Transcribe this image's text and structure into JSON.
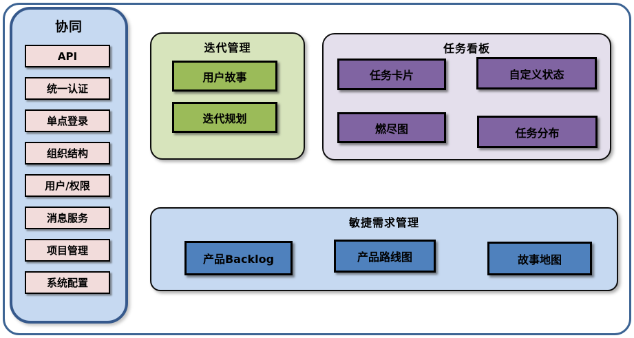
{
  "diagram_title": "协同",
  "colors": {
    "frame_border": "#3d6494",
    "sidebar_fill": "#c6d9f1",
    "sidebar_border": "#36598c",
    "sidebar_item_fill": "#f2dcdb",
    "iteration_panel_fill": "#d7e4bc",
    "iteration_box_fill": "#9bbb59",
    "taskboard_panel_fill": "#e4dfec",
    "taskboard_box_fill": "#8064a2",
    "agile_panel_fill": "#c6d9f1",
    "agile_box_fill": "#4f81bd",
    "box_border": "#000000",
    "text": "#000000"
  },
  "sidebar": {
    "title": "协同",
    "items": [
      {
        "label": "API"
      },
      {
        "label": "统一认证"
      },
      {
        "label": "单点登录"
      },
      {
        "label": "组织结构"
      },
      {
        "label": "用户/权限"
      },
      {
        "label": "消息服务"
      },
      {
        "label": "项目管理"
      },
      {
        "label": "系统配置"
      }
    ]
  },
  "panels": {
    "iteration": {
      "title": "迭代管理",
      "items": [
        {
          "label": "用户故事"
        },
        {
          "label": "迭代规划"
        }
      ]
    },
    "taskboard": {
      "title": "任务看板",
      "items": [
        {
          "label": "任务卡片"
        },
        {
          "label": "自定义状态"
        },
        {
          "label": "燃尽图"
        },
        {
          "label": "任务分布"
        }
      ]
    },
    "agile": {
      "title": "敏捷需求管理",
      "items": [
        {
          "label": "产品Backlog"
        },
        {
          "label": "产品路线图"
        },
        {
          "label": "故事地图"
        }
      ]
    }
  }
}
